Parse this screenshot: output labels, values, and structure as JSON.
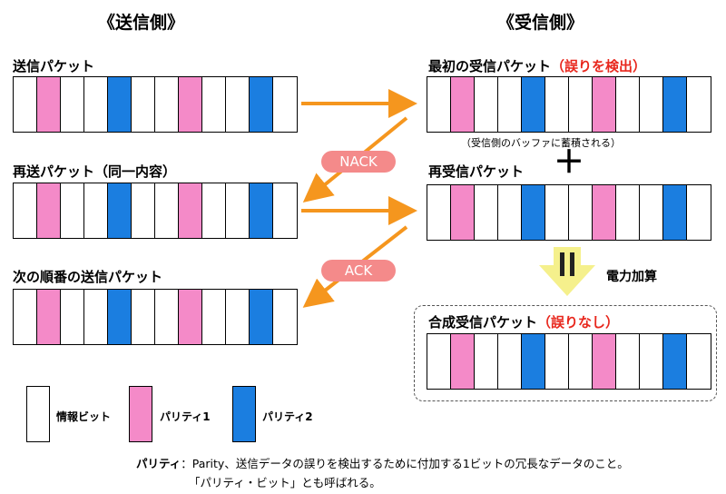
{
  "sender": {
    "title": "《送信側》",
    "packet1_label": "送信パケット",
    "packet2_label": "再送パケット（同一内容）",
    "packet3_label": "次の順番の送信パケット"
  },
  "receiver": {
    "title": "《受信側》",
    "packet1_label": "最初の受信パケット",
    "packet1_status": "（誤りを検出）",
    "buffer_note": "（受信側のバッファに蓄積される）",
    "plus_sign": "＋",
    "packet2_label": "再受信パケット",
    "equals_sign": "Ⅱ",
    "combine_label": "電力加算",
    "combined_label": "合成受信パケット",
    "combined_status": "（誤りなし）"
  },
  "signals": {
    "nack": "NACK",
    "ack": "ACK"
  },
  "bits": [
    "info",
    "p1",
    "info",
    "info",
    "p2",
    "info",
    "info",
    "p1",
    "info",
    "info",
    "p2",
    "info"
  ],
  "legend": {
    "info": "情報ビット",
    "p1": "パリティ1",
    "p2": "パリティ2"
  },
  "footnote": {
    "term": "パリティ",
    "line1": "：Parity、送信データの誤りを検出するために付加する1ビットの冗長なデータのこと。",
    "line2": "「パリティ・ビット」とも呼ばれる。"
  },
  "colors": {
    "parity1": "#f48ac8",
    "parity2": "#1b7ee0",
    "arrow": "#f5961e",
    "nack_ack_pill": "#f48a8a",
    "error_text": "#e8281e",
    "combine_arrow": "#f5f08c"
  }
}
